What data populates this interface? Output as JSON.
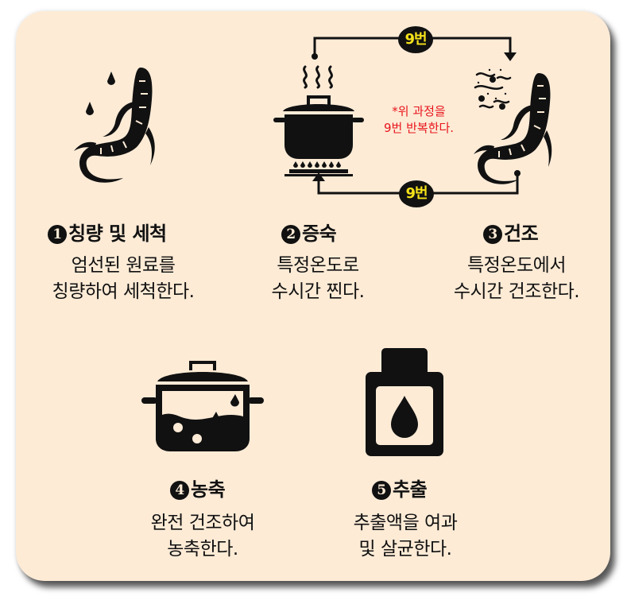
{
  "colors": {
    "background": "#FDEBD6",
    "ink": "#111111",
    "badge_text": "#F5E21A",
    "note_text": "#E8141C"
  },
  "cycle": {
    "top_badge": "9번",
    "bottom_badge": "9번",
    "note_line1": "*위 과정을",
    "note_line2": "9번 반복한다."
  },
  "steps": [
    {
      "number": "1",
      "title": "칭량 및 세척",
      "desc_line1": "엄선된 원료를",
      "desc_line2": "칭량하여 세척한다.",
      "icon": "washing-ginseng-icon"
    },
    {
      "number": "2",
      "title": "증숙",
      "desc_line1": "특정온도로",
      "desc_line2": "수시간 찐다.",
      "icon": "steaming-pot-icon"
    },
    {
      "number": "3",
      "title": "건조",
      "desc_line1": "특정온도에서",
      "desc_line2": "수시간 건조한다.",
      "icon": "drying-ginseng-icon"
    },
    {
      "number": "4",
      "title": "농축",
      "desc_line1": "완전 건조하여",
      "desc_line2": "농축한다.",
      "icon": "boiling-pot-icon"
    },
    {
      "number": "5",
      "title": "추출",
      "desc_line1": "추출액을 여과",
      "desc_line2": "및 살균한다.",
      "icon": "extract-bottle-icon"
    }
  ]
}
